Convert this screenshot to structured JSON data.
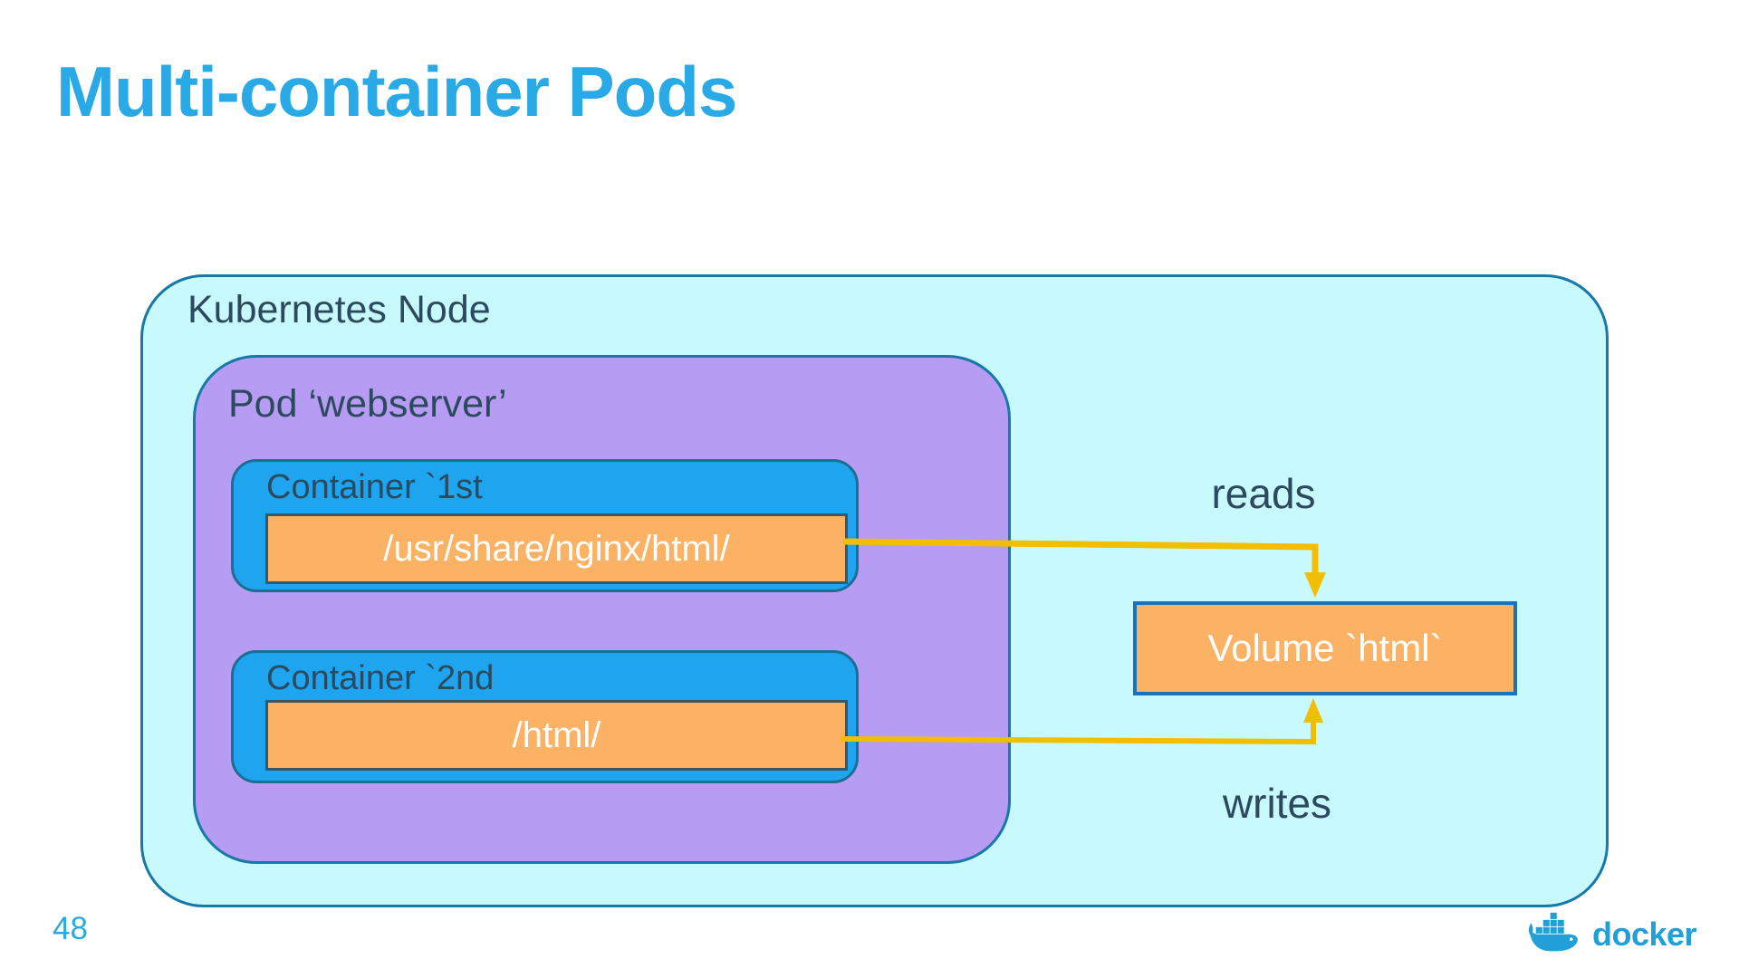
{
  "slide": {
    "title": "Multi-container Pods",
    "page_number": "48",
    "footer_logo_text": "docker"
  },
  "diagram": {
    "node": {
      "label": "Kubernetes Node"
    },
    "pod": {
      "label": "Pod ‘webserver’"
    },
    "containers": [
      {
        "label": "Container `1st",
        "path": "/usr/share/nginx/html/"
      },
      {
        "label": "Container `2nd",
        "path": "/html/"
      }
    ],
    "volume": {
      "label": "Volume `html`"
    },
    "arrows": [
      {
        "label": "reads",
        "direction": "container-1st-to-volume"
      },
      {
        "label": "writes",
        "direction": "container-2nd-to-volume"
      }
    ]
  },
  "colors": {
    "title_blue": "#29A9E5",
    "node_fill": "#C8FAFD",
    "pod_fill": "#B79CF3",
    "container_fill": "#1FA5F0",
    "orange_fill": "#FBB264",
    "border_teal": "#1878A8",
    "volume_border_blue": "#1D71B8",
    "arrow_yellow": "#F2BE00",
    "label_slate": "#2C4A5E",
    "docker_blue": "#239FD7"
  }
}
